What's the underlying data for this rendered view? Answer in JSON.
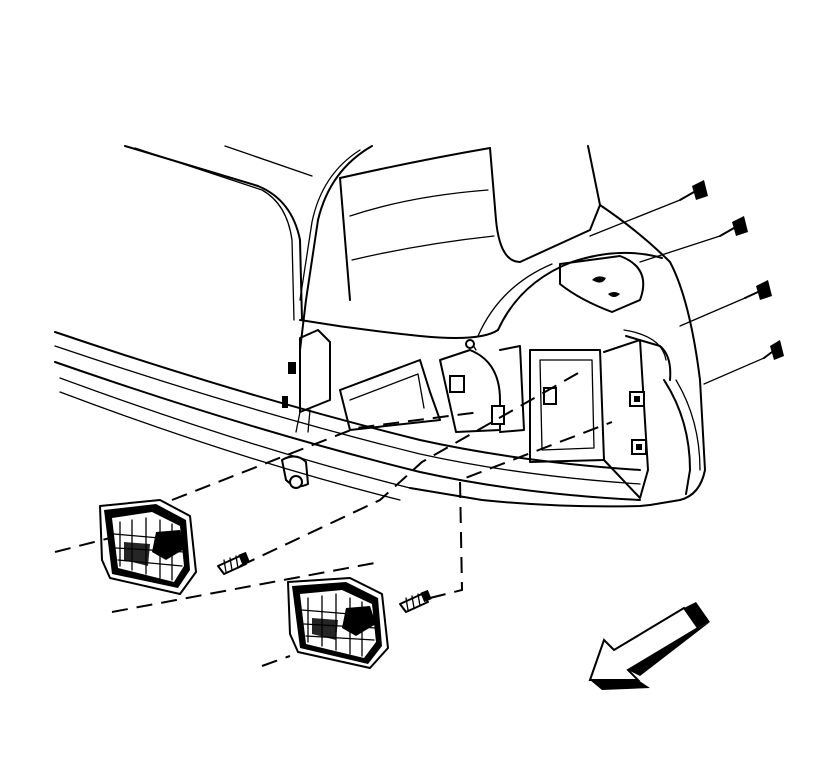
{
  "figure": {
    "kind": "exploded-parts-illustration",
    "line_color": "#000000",
    "background": "#ffffff"
  },
  "parts": [
    {
      "id": "vehicle-body",
      "icon": "vehicle-rear-body-outline"
    },
    {
      "id": "rear-fascia",
      "icon": "bumper-fascia-outline"
    },
    {
      "id": "lamp-housing-left",
      "icon": "lamp-housing"
    },
    {
      "id": "lamp-housing-right",
      "icon": "lamp-housing"
    },
    {
      "id": "bulb-socket-left",
      "icon": "bulb-socket"
    },
    {
      "id": "bulb-socket-right",
      "icon": "bulb-socket"
    },
    {
      "id": "fastener-1",
      "icon": "push-pin-fastener"
    },
    {
      "id": "fastener-2",
      "icon": "push-pin-fastener"
    },
    {
      "id": "fastener-3",
      "icon": "push-pin-fastener"
    },
    {
      "id": "fastener-4",
      "icon": "push-pin-fastener"
    }
  ],
  "orientation_arrow": {
    "icon": "front-direction-arrow"
  }
}
